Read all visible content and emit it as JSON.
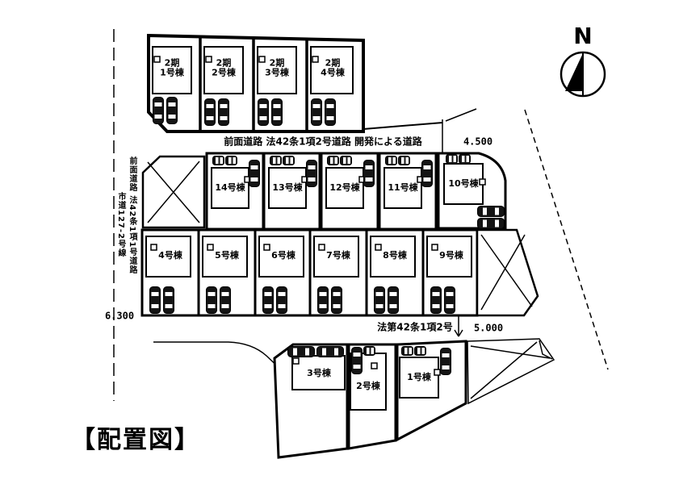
{
  "title": "【配置図】",
  "compass_label": "N",
  "roads": {
    "front_road_top": "前面道路 法42条1項2号道路 開発による道路",
    "dim_top": "4.500",
    "left_road_name": "市道127-2号線",
    "left_road_type": "前面道路 法42条1項1号道路",
    "dim_left": "6.300",
    "bottom_road_type": "法第42条1項2号",
    "dim_bottom": "5.000"
  },
  "lots": {
    "phase2": [
      {
        "phase": "2期",
        "name": "1号棟"
      },
      {
        "phase": "2期",
        "name": "2号棟"
      },
      {
        "phase": "2期",
        "name": "3号棟"
      },
      {
        "phase": "2期",
        "name": "4号棟"
      }
    ],
    "middle": [
      "14号棟",
      "13号棟",
      "12号棟",
      "11号棟",
      "10号棟"
    ],
    "lower": [
      "4号棟",
      "5号棟",
      "6号棟",
      "7号棟",
      "8号棟",
      "9号棟"
    ],
    "bottom": [
      "3号棟",
      "2号棟",
      "1号棟"
    ]
  }
}
